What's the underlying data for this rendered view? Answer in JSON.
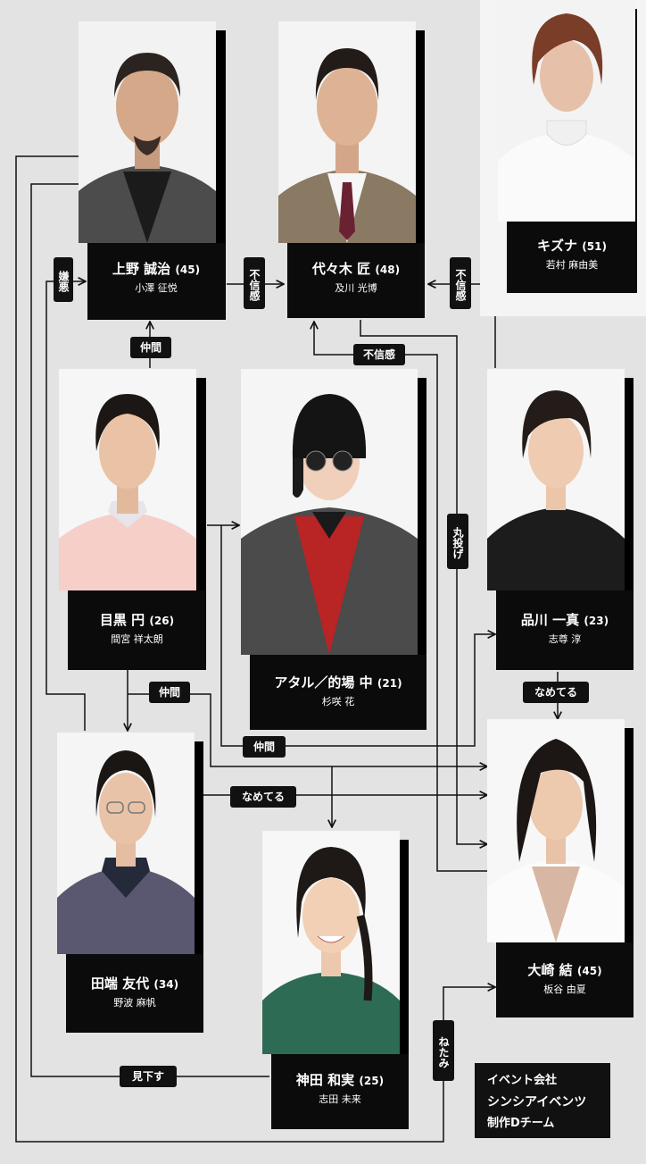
{
  "characters": {
    "ueno": {
      "name": "上野 誠治",
      "age": "(45)",
      "actor": "小澤 征悦"
    },
    "yoyogi": {
      "name": "代々木 匠",
      "age": "(48)",
      "actor": "及川 光博"
    },
    "kizuna": {
      "name": "キズナ",
      "age": "(51)",
      "actor": "若村 麻由美"
    },
    "meguro": {
      "name": "目黒 円",
      "age": "(26)",
      "actor": "間宮 祥太朗"
    },
    "ataru": {
      "name": "アタル／的場 中",
      "age": "(21)",
      "actor": "杉咲 花"
    },
    "shinagawa": {
      "name": "品川 一真",
      "age": "(23)",
      "actor": "志尊 淳"
    },
    "tabata": {
      "name": "田端 友代",
      "age": "(34)",
      "actor": "野波 麻帆"
    },
    "kanda": {
      "name": "神田 和実",
      "age": "(25)",
      "actor": "志田 未来"
    },
    "osaki": {
      "name": "大崎 結",
      "age": "(45)",
      "actor": "板谷 由夏"
    }
  },
  "relations": {
    "ken_o": "嫌悪",
    "fushinkan": "不信感",
    "nakama": "仲間",
    "marunage": "丸投げ",
    "nameteru": "なめてる",
    "mikudasu": "見下す",
    "netami": "ねたみ"
  },
  "company": {
    "line1": "イベント会社",
    "line2": "シンシアイベンツ",
    "line3": "制作Dチーム"
  }
}
